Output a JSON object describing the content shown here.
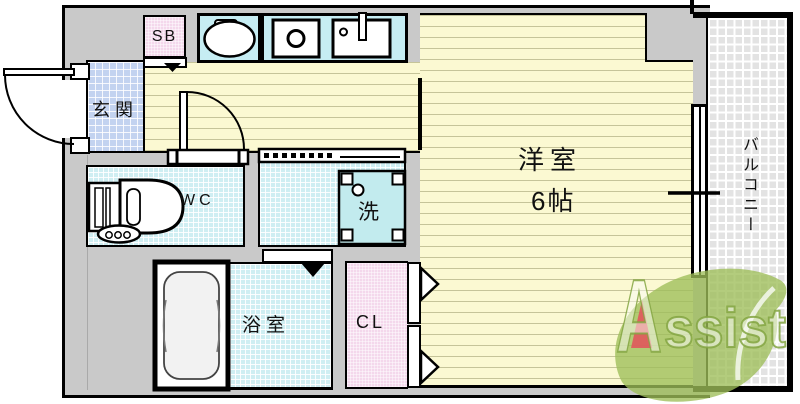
{
  "plan": {
    "rooms": {
      "entrance": {
        "label": "玄関"
      },
      "shoe_box": {
        "label": "SB"
      },
      "toilet": {
        "label": "WC"
      },
      "laundry": {
        "label": "洗"
      },
      "bathroom": {
        "label": "浴室"
      },
      "closet": {
        "label": "CL"
      },
      "western_room": {
        "label": "洋室",
        "size": "6帖"
      },
      "balcony": {
        "label": "バルコニー"
      }
    },
    "icons": [
      "entrance-door-arc",
      "room-door-arc",
      "kitchen-sink",
      "stove-burner",
      "kitchen-basin",
      "toilet",
      "washing-machine",
      "bathtub",
      "sliding-window",
      "closet-doors",
      "folding-door-track"
    ],
    "logo": {
      "text": "Assist",
      "text_initial": "A",
      "text_rest": "ssist",
      "leaf_color": "#9ebe5a",
      "accent_red": "#e0585c"
    },
    "colors": {
      "wall_gray": "#c9c9c9",
      "floor_yellow": "#fbf9d2",
      "wet_area_cyan": "#cfeef2",
      "entrance_blue": "#c3d3f0",
      "closet_pink": "#f4d8ec",
      "counter_cyan": "#c6edf3",
      "balcony_gray": "#e3e3e3",
      "outline_black": "#000000"
    }
  }
}
